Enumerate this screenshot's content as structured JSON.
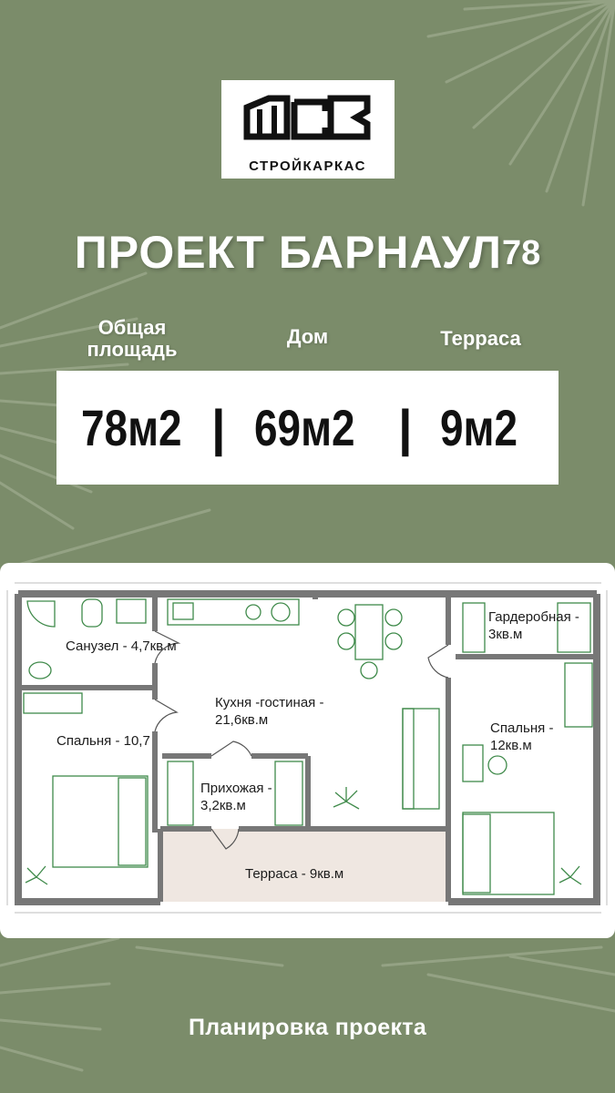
{
  "logo": {
    "company_name": "СТРОЙКАРКАС"
  },
  "title": {
    "main": "ПРОЕКТ БАРНАУЛ",
    "number": "78"
  },
  "stats": {
    "total_label": "Общая площадь",
    "house_label": "Дом",
    "terrace_label": "Терраса",
    "total_value": "78м2",
    "house_value": "69м2",
    "terrace_value": "9м2",
    "separator": "|"
  },
  "plan": {
    "rooms": {
      "bathroom": "Санузел - 4,7кв.м",
      "bedroom_left": "Спальня - 10,7",
      "kitchen_living": "Кухня -гостиная - 21,6кв.м",
      "hallway": "Прихожая - 3,2кв.м",
      "wardrobe": "Гардеробная - 3кв.м",
      "bedroom_right": "Спальня - 12кв.м",
      "terrace": "Терраса - 9кв.м"
    }
  },
  "footer": {
    "caption": "Планировка проекта"
  },
  "colors": {
    "background": "#7b8c6a",
    "panel": "#ffffff",
    "wall": "#6f6f6f",
    "furniture": "#3f8a4a"
  }
}
